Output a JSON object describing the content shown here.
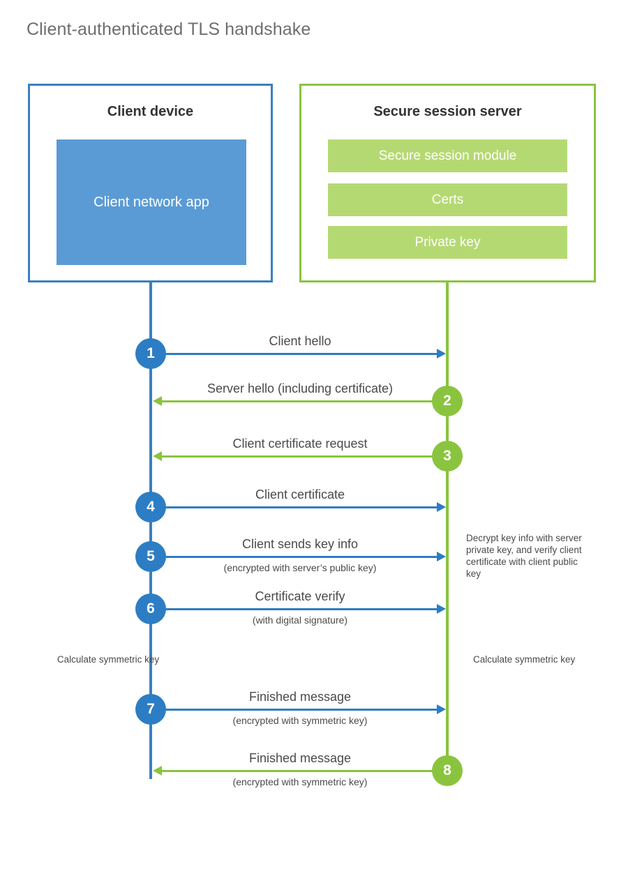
{
  "title": "Client-authenticated TLS handshake",
  "colors": {
    "client_accent": "#2d7dc4",
    "client_border": "#3a7fc1",
    "client_app_fill": "#5b9bd5",
    "server_accent": "#8ac43f",
    "server_bar_fill": "#b5d972",
    "text": "#4a4a4a",
    "title_text": "#6e6e6e"
  },
  "client": {
    "box_title": "Client device",
    "app_label": "Client network app"
  },
  "server": {
    "box_title": "Secure session server",
    "components": [
      {
        "label": "Secure session module"
      },
      {
        "label": "Certs"
      },
      {
        "label": "Private key"
      }
    ]
  },
  "messages": [
    {
      "number": "1",
      "label": "Client hello",
      "sublabel": "",
      "direction": "client-to-server",
      "actor": "client"
    },
    {
      "number": "2",
      "label": "Server hello (including certificate)",
      "sublabel": "",
      "direction": "server-to-client",
      "actor": "server"
    },
    {
      "number": "3",
      "label": "Client certificate request",
      "sublabel": "",
      "direction": "server-to-client",
      "actor": "server"
    },
    {
      "number": "4",
      "label": "Client certificate",
      "sublabel": "",
      "direction": "client-to-server",
      "actor": "client"
    },
    {
      "number": "5",
      "label": "Client sends key info",
      "sublabel": "(encrypted with server’s public key)",
      "direction": "client-to-server",
      "actor": "client"
    },
    {
      "number": "6",
      "label": "Certificate verify",
      "sublabel": "(with digital signature)",
      "direction": "client-to-server",
      "actor": "client"
    },
    {
      "number": "7",
      "label": "Finished message",
      "sublabel": "(encrypted with symmetric key)",
      "direction": "client-to-server",
      "actor": "client"
    },
    {
      "number": "8",
      "label": "Finished message",
      "sublabel": "(encrypted with symmetric key)",
      "direction": "server-to-client",
      "actor": "server"
    }
  ],
  "annotations": {
    "decrypt_note": "Decrypt key info with server private key, and verify client certificate with client public key",
    "calculate_left": "Calculate symmetric key",
    "calculate_right": "Calculate symmetric key"
  }
}
